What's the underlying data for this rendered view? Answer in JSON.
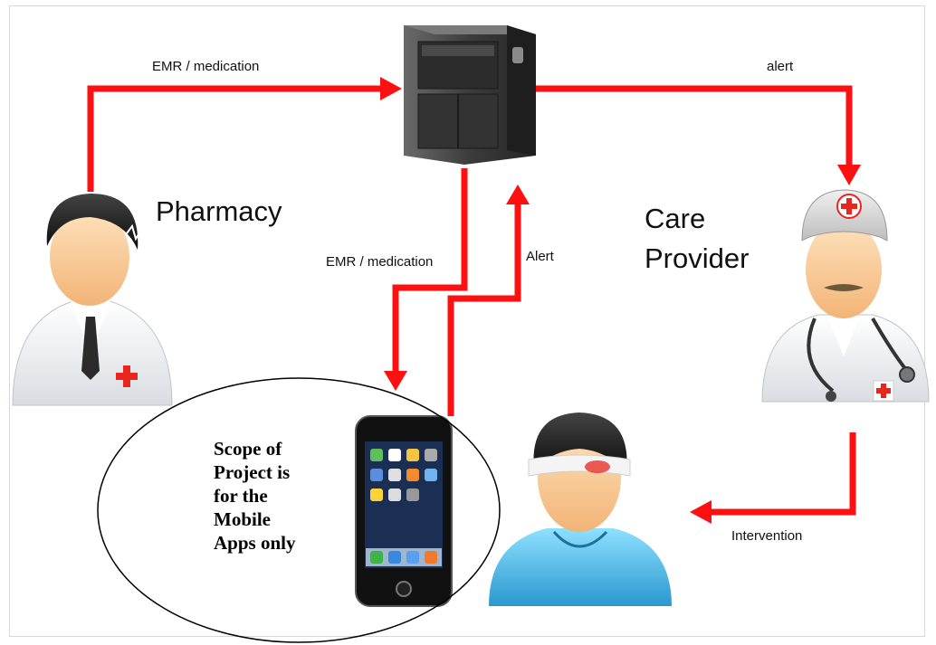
{
  "labels": {
    "emr_top": "EMR / medication",
    "alert_top": "alert",
    "pharmacy": "Pharmacy",
    "care_provider": [
      "Care",
      "Provider"
    ],
    "emr_mid": "EMR / medication",
    "alert_mid": "Alert",
    "intervention": "Intervention"
  },
  "scope_note": [
    "Scope of",
    "Project is",
    "for the",
    "Mobile",
    "Apps only"
  ],
  "colors": {
    "arrow": "#ff1010",
    "server": "#3a3a3a",
    "accent_red": "#e8261e"
  }
}
